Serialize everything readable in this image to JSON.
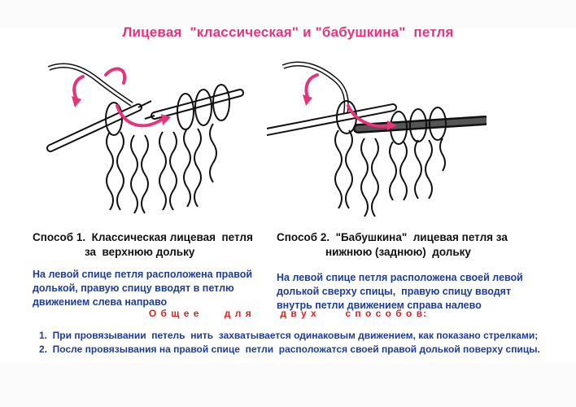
{
  "title": "Лицевая  \"классическая\" и \"бабушкина\"  петля",
  "method1": {
    "caption_line1": "Способ 1.  Классическая лицевая  петля",
    "caption_line2": "за  верхнюю дольку",
    "desc_line1": "На левой спице петля расположена правой",
    "desc_line2": "долькой, правую спицу вводят в петлю",
    "desc_line3": "движением слева направо"
  },
  "method2": {
    "caption_line1": "Способ 2.  \"Бабушкина\"  лицевая петля за",
    "caption_line2": "нижнюю (заднюю)  дольку",
    "desc_line1": "На левой спице петля расположена своей левой",
    "desc_line2": "долькой сверху спицы,  правую спицу вводят",
    "desc_line3": "внутрь петли движением справа налево"
  },
  "common_title": "О б щ е е       д л я        д в у х        с п о с о б о в:",
  "rules": [
    "1.  При провязывании  петель  нить  захватывается одинаковым движением, как показано стрелками;",
    "2.  После провязывания на правой спице  петли  расположатся своей правой долькой поверху спицы."
  ],
  "colors": {
    "title": "#e8327a",
    "arrow": "#e8327a",
    "caption": "#111111",
    "desc": "#1e3c9a",
    "common_title": "#d8231f",
    "rules": "#1e3c9a"
  }
}
